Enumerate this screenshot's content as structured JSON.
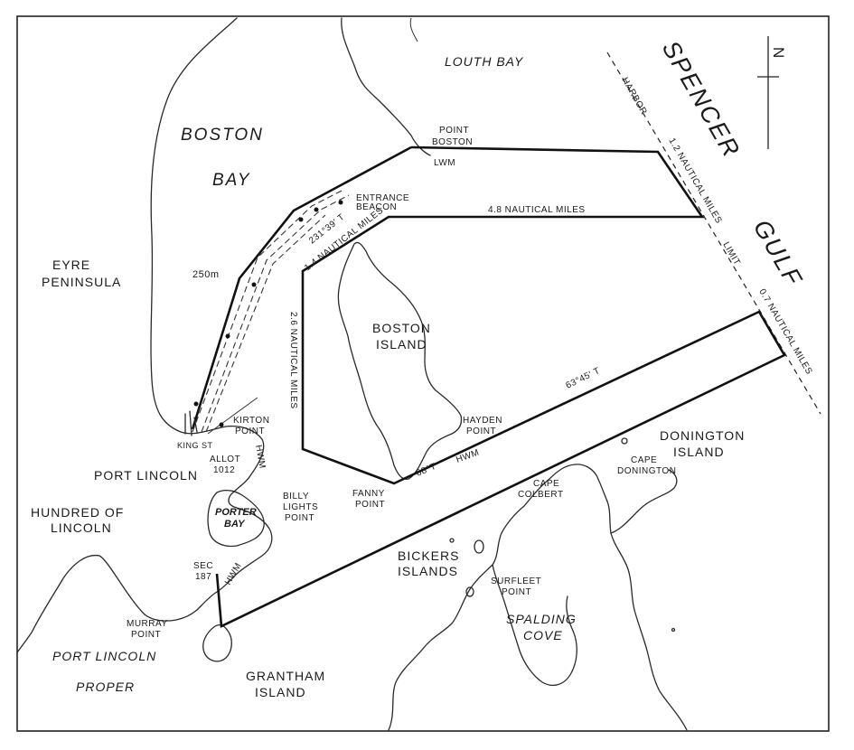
{
  "labels": {
    "louth_bay": "LOUTH BAY",
    "spencer": "SPENCER",
    "gulf": "GULF",
    "boston": "BOSTON",
    "bay": "BAY",
    "point": "POINT",
    "boston_caps": "BOSTON",
    "lwm": "LWM",
    "entrance": "ENTRANCE",
    "beacon": "BEACON",
    "harbor": "HARBOR",
    "limit": "LIMIT",
    "nm_12": "1.2 NAUTICAL MILES",
    "nm_48": "4.8 NAUTICAL MILES",
    "bearing_231": "231°39' T",
    "nm_14": "1.4 NAUTICAL MILES",
    "nm_26": "2.6 NAUTICAL MILES",
    "nm_07": "0.7 NAUTICAL MILES",
    "bearing_6345": "63°45' T",
    "bearing_68": "68°T",
    "eyre": "EYRE",
    "peninsula": "PENINSULA",
    "m250": "250m",
    "boston_island_1": "BOSTON",
    "boston_island_2": "ISLAND",
    "hayden": "HAYDEN",
    "hayden_point": "POINT",
    "hwm": "HWM",
    "fanny": "FANNY",
    "fanny_point": "POINT",
    "kirton": "KIRTON",
    "kirton_point": "POINT",
    "king_st": "KING ST",
    "port_lincoln": "PORT LINCOLN",
    "allot": "ALLOT",
    "allot_num": "1012",
    "hwm_left": "HWM",
    "hundred_of": "HUNDRED OF",
    "lincoln": "LINCOLN",
    "porter": "PORTER",
    "porter_bay": "BAY",
    "billy": "BILLY",
    "lights": "LIGHTS",
    "lights_point": "POINT",
    "sec": "SEC",
    "sec_num": "187",
    "hwm_low": "HWM",
    "murray": "MURRAY",
    "murray_point": "POINT",
    "port_lincoln_it": "PORT LINCOLN",
    "proper": "PROPER",
    "grantham": "GRANTHAM",
    "grantham_island": "ISLAND",
    "donington": "DONINGTON",
    "donington_island": "ISLAND",
    "cape": "CAPE",
    "cape_donington": "DONINGTON",
    "cape2": "CAPE",
    "colbert": "COLBERT",
    "bickers": "BICKERS",
    "bickers_islands": "ISLANDS",
    "surfleet": "SURFLEET",
    "surfleet_point": "POINT",
    "spalding": "SPALDING",
    "cove": "COVE",
    "north": "N"
  }
}
